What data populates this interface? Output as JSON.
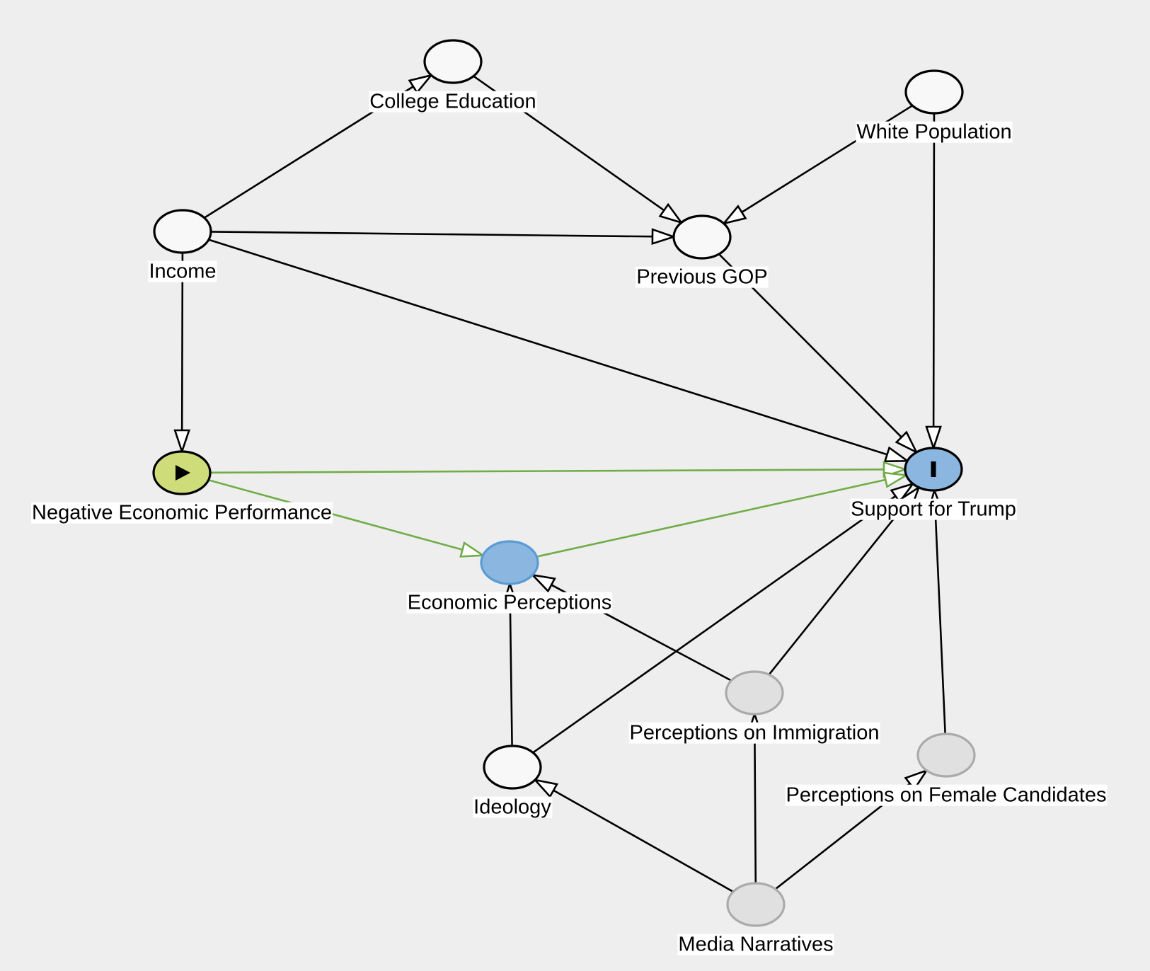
{
  "diagram": {
    "type": "causal-dag",
    "colors": {
      "background": "#eeeeee",
      "node_default_fill": "#f8f8f8",
      "node_default_stroke": "#000000",
      "exposure_fill": "#cedd7a",
      "outcome_fill": "#8ab6e0",
      "mediator_fill": "#8ab6e0",
      "mediator_stroke": "#5b9bd5",
      "latent_fill": "#e0e0e0",
      "latent_stroke": "#aaaaaa",
      "causal_path": "#70ad47",
      "biasing_path": "#000000"
    },
    "nodes": [
      {
        "id": "college",
        "label": "College Education",
        "role": "adjusted"
      },
      {
        "id": "white",
        "label": "White Population",
        "role": "adjusted"
      },
      {
        "id": "income",
        "label": "Income",
        "role": "adjusted"
      },
      {
        "id": "gop",
        "label": "Previous GOP",
        "role": "adjusted"
      },
      {
        "id": "nep",
        "label": "Negative Economic Performance",
        "role": "exposure",
        "icon": "play-icon"
      },
      {
        "id": "trump",
        "label": "Support for Trump",
        "role": "outcome",
        "icon": "outcome-bar-icon"
      },
      {
        "id": "econ",
        "label": "Economic Perceptions",
        "role": "mediator"
      },
      {
        "id": "immig",
        "label": "Perceptions on Immigration",
        "role": "latent"
      },
      {
        "id": "female",
        "label": "Perceptions on Female Candidates",
        "role": "latent"
      },
      {
        "id": "ideology",
        "label": "Ideology",
        "role": "adjusted"
      },
      {
        "id": "media",
        "label": "Media Narratives",
        "role": "latent"
      }
    ],
    "edges": [
      {
        "from": "income",
        "to": "college",
        "kind": "normal"
      },
      {
        "from": "college",
        "to": "gop",
        "kind": "normal"
      },
      {
        "from": "white",
        "to": "gop",
        "kind": "normal"
      },
      {
        "from": "white",
        "to": "trump",
        "kind": "normal"
      },
      {
        "from": "income",
        "to": "gop",
        "kind": "normal"
      },
      {
        "from": "income",
        "to": "trump",
        "kind": "normal"
      },
      {
        "from": "income",
        "to": "nep",
        "kind": "normal"
      },
      {
        "from": "gop",
        "to": "trump",
        "kind": "normal"
      },
      {
        "from": "nep",
        "to": "trump",
        "kind": "causal"
      },
      {
        "from": "nep",
        "to": "econ",
        "kind": "causal"
      },
      {
        "from": "econ",
        "to": "trump",
        "kind": "causal"
      },
      {
        "from": "ideology",
        "to": "econ",
        "kind": "normal"
      },
      {
        "from": "immig",
        "to": "econ",
        "kind": "normal"
      },
      {
        "from": "ideology",
        "to": "trump",
        "kind": "normal"
      },
      {
        "from": "immig",
        "to": "trump",
        "kind": "normal"
      },
      {
        "from": "female",
        "to": "trump",
        "kind": "normal"
      },
      {
        "from": "media",
        "to": "ideology",
        "kind": "normal"
      },
      {
        "from": "media",
        "to": "immig",
        "kind": "normal"
      },
      {
        "from": "media",
        "to": "female",
        "kind": "normal"
      }
    ]
  }
}
